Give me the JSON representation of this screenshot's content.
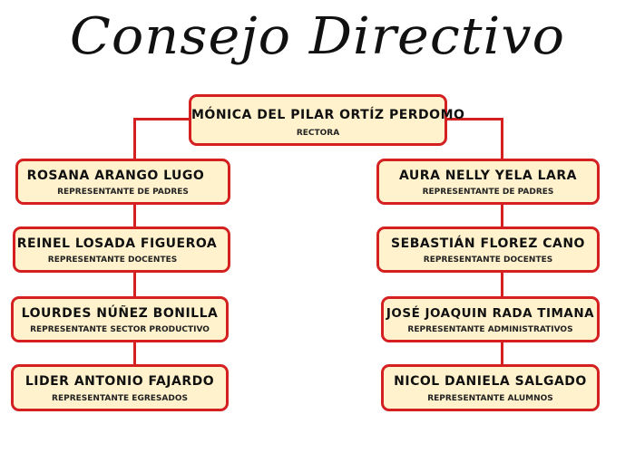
{
  "title": "Consejo Directivo",
  "colors": {
    "border": "#D42020",
    "fill": "#FFF2CC"
  },
  "top": {
    "name": "MÓNICA DEL PILAR ORTÍZ PERDOMO",
    "role": "RECTORA"
  },
  "left": [
    {
      "name": "ROSANA ARANGO LUGO",
      "role": "REPRESENTANTE DE PADRES"
    },
    {
      "name": "REINEL LOSADA FIGUEROA",
      "role": "REPRESENTANTE DOCENTES"
    },
    {
      "name": "LOURDES NÚÑEZ BONILLA",
      "role": "REPRESENTANTE SECTOR PRODUCTIVO"
    },
    {
      "name": "LIDER ANTONIO FAJARDO",
      "role": "REPRESENTANTE EGRESADOS"
    }
  ],
  "right": [
    {
      "name": "AURA NELLY YELA LARA",
      "role": "REPRESENTANTE DE PADRES"
    },
    {
      "name": "SEBASTIÁN FLOREZ CANO",
      "role": "REPRESENTANTE DOCENTES"
    },
    {
      "name": "JOSÉ JOAQUIN RADA TIMANA",
      "role": "REPRESENTANTE ADMINISTRATIVOS"
    },
    {
      "name": "NICOL DANIELA SALGADO",
      "role": "REPRESENTANTE ALUMNOS"
    }
  ]
}
